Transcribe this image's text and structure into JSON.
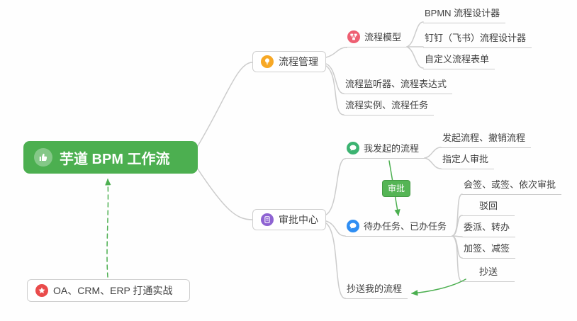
{
  "root": {
    "label": "芋道 BPM 工作流"
  },
  "process_management": {
    "label": "流程管理",
    "model": {
      "label": "流程模型",
      "items": [
        "BPMN 流程设计器",
        "钉钉（飞书）流程设计器",
        "自定义流程表单"
      ]
    },
    "listener": "流程监听器、流程表达式",
    "instance": "流程实例、流程任务"
  },
  "approval_center": {
    "label": "审批中心",
    "initiated": {
      "label": "我发起的流程",
      "items": [
        "发起流程、撤销流程",
        "指定人审批"
      ]
    },
    "tasks": {
      "label": "待办任务、已办任务",
      "items": [
        "会签、或签、依次审批",
        "驳回",
        "委派、转办",
        "加签、减签",
        "抄送"
      ]
    },
    "cc_me": "抄送我的流程"
  },
  "integration": {
    "label": "OA、CRM、ERP 打通实战"
  },
  "relation": {
    "label": "审批"
  },
  "icons": {
    "root": "thumbs-up-icon",
    "process_management": "lightbulb-icon",
    "process_model": "sitemap-icon",
    "approval_center": "clipboard-icon",
    "my_initiated": "chat-bubble-icon",
    "tasks": "chat-bubble-icon",
    "integration": "star-icon"
  },
  "colors": {
    "root_bg": "#4caf50",
    "connector": "#cccccc",
    "relation_green": "#4caf50",
    "relation_badge_bg": "#55b555",
    "icon_lightbulb_bg": "#f7a825",
    "icon_model_bg": "#ee5f72",
    "icon_approval_bg": "#8e63d2",
    "icon_initiated_bg": "#3cb371",
    "icon_tasks_bg": "#2f8ef3",
    "icon_star_bg": "#e94b4b"
  }
}
